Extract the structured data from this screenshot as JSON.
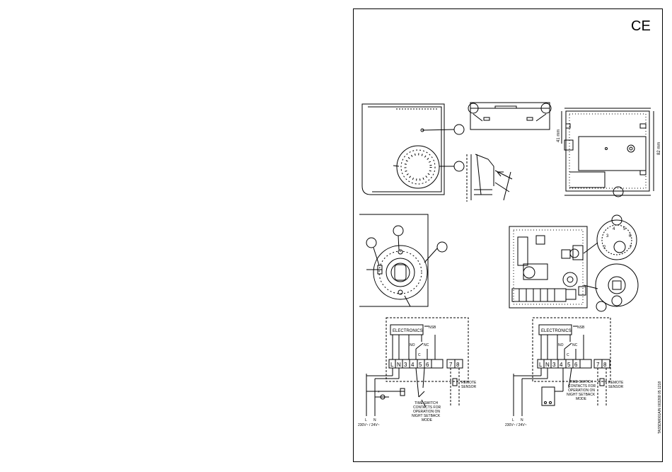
{
  "document": {
    "ce_mark": "CE",
    "doc_code": "TAS5DM001A/N 003268 05 1218"
  },
  "dimensions": {
    "width_41": "41 mm",
    "height_82": "82 mm"
  },
  "wiring_left": {
    "electronics": "ELECTRONICS",
    "nsb": "NSB",
    "no": "NO",
    "nc": "NC",
    "c": "C",
    "terminals": [
      "L",
      "N",
      "3",
      "4",
      "5",
      "6",
      "7",
      "8"
    ],
    "remote_sensor_1": "REMOTE",
    "remote_sensor_2": "SENSOR",
    "timeswitch": [
      "TIME SWITCH",
      "CONTACTS FOR",
      "OPERATION ON",
      "NIGHT SETBACK",
      "MODE"
    ],
    "supply_l": "L",
    "supply_n": "N",
    "supply_voltage": "230V~ / 24V~",
    "star": "*"
  },
  "wiring_right": {
    "electronics": "ELECTRONICS",
    "nsb": "NSB",
    "no": "NO",
    "nc": "NC",
    "c": "C",
    "terminals": [
      "L",
      "N",
      "3",
      "4",
      "5",
      "6",
      "7",
      "8"
    ],
    "remote_sensor_1": "REMOTE",
    "remote_sensor_2": "SENSOR",
    "timeswitch": [
      "TIME SWITCH",
      "CONTACTS FOR",
      "OPERATION ON",
      "NIGHT SETBACK",
      "MODE"
    ],
    "supply_l": "L",
    "supply_n": "N",
    "supply_voltage": "230V~ / 24V~"
  },
  "dial_scale": [
    "2",
    "3",
    "4",
    "5",
    "6",
    "7"
  ]
}
